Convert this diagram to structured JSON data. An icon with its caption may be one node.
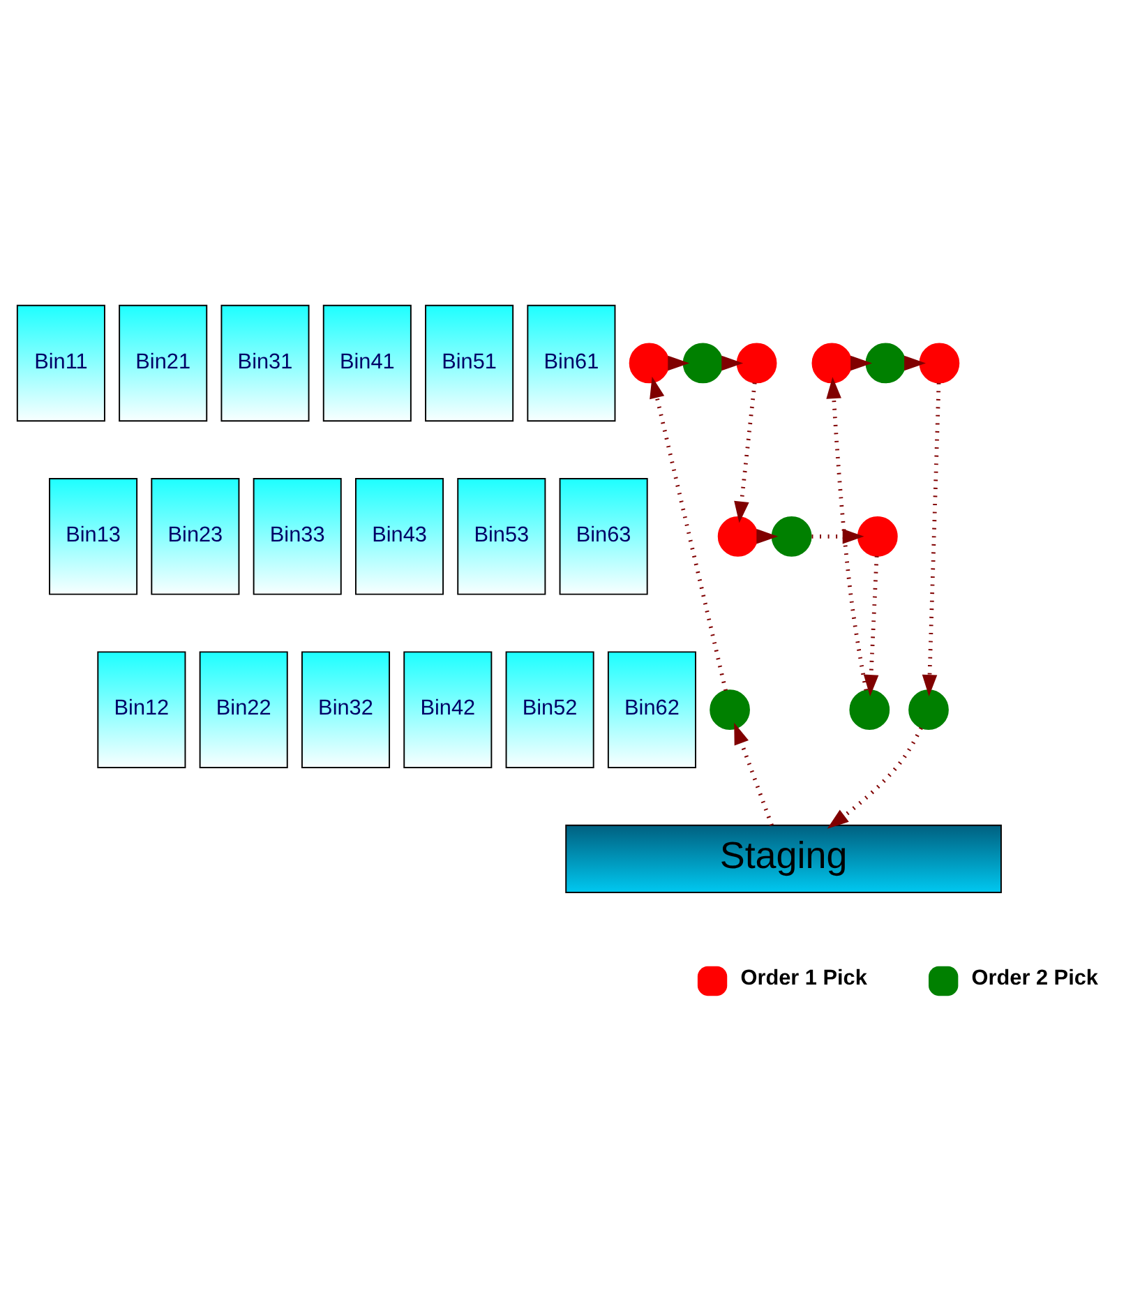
{
  "diagram": {
    "nodes": [
      {
        "text": [
          "Bin11"
        ]
      },
      {
        "text": [
          "Bin21"
        ]
      },
      {
        "text": [
          "Bin31"
        ]
      },
      {
        "text": [
          "Bin41"
        ]
      },
      {
        "text": [
          "Bin51"
        ]
      },
      {
        "text": [
          "Bin61"
        ]
      },
      {
        "text": [
          "Bin12"
        ]
      },
      {
        "text": [
          "Bin22"
        ]
      },
      {
        "text": [
          "Bin32"
        ]
      },
      {
        "text": [
          "Bin42"
        ]
      },
      {
        "text": [
          "Bin52"
        ]
      },
      {
        "text": [
          "Bin62"
        ]
      },
      {
        "text": [
          "Bin13"
        ]
      },
      {
        "text": [
          "Bin23"
        ]
      },
      {
        "text": [
          "Bin33"
        ]
      },
      {
        "text": [
          "Bin43"
        ]
      },
      {
        "text": [
          "Bin53"
        ]
      },
      {
        "text": [
          "Bin63"
        ]
      },
      {
        "text": [],
        "shape": "circle"
      },
      {
        "text": [],
        "shape": "circle"
      },
      {
        "text": [],
        "shape": "circle"
      },
      {
        "text": [],
        "shape": "circle"
      },
      {
        "text": [],
        "shape": "circle"
      },
      {
        "text": [],
        "shape": "circle"
      },
      {
        "text": [],
        "shape": "circle"
      },
      {
        "text": [],
        "shape": "circle"
      },
      {
        "text": [],
        "shape": "circle"
      },
      {
        "text": [],
        "shape": "circle"
      },
      {
        "text": [],
        "shape": "circle"
      },
      {
        "text": [],
        "shape": "circle"
      },
      {
        "text": [
          "Staging"
        ]
      }
    ],
    "edges": [
      {
        "from": 30,
        "to": 24,
        "arrow": "to",
        "style": "dashed"
      },
      {
        "from": 24,
        "to": 18,
        "arrow": "to",
        "style": "dashed"
      },
      {
        "from": 18,
        "to": 19,
        "arrow": "to",
        "style": "dashed"
      },
      {
        "from": 19,
        "to": 20,
        "arrow": "to",
        "style": "dashed"
      },
      {
        "from": 20,
        "to": 27,
        "arrow": "to",
        "style": "dashed"
      },
      {
        "from": 27,
        "to": 28,
        "arrow": "to",
        "style": "dashed"
      },
      {
        "from": 28,
        "to": 29,
        "arrow": "to",
        "style": "dashed"
      },
      {
        "from": 29,
        "to": 25,
        "arrow": "to",
        "style": "dashed"
      },
      {
        "from": 25,
        "to": 21,
        "arrow": "to",
        "style": "dashed"
      },
      {
        "from": 21,
        "to": 22,
        "arrow": "to",
        "style": "dashed"
      },
      {
        "from": 22,
        "to": 23,
        "arrow": "to",
        "style": "dashed"
      },
      {
        "from": 23,
        "to": 26,
        "arrow": "to",
        "style": "dashed"
      },
      {
        "from": 26,
        "to": 30,
        "arrow": "to",
        "style": "dashed"
      }
    ],
    "legend": [
      {
        "text": "Order 1 Pick",
        "color": "#ff0000"
      },
      {
        "text": "Order 2 Pick",
        "color": "#008000"
      }
    ]
  }
}
